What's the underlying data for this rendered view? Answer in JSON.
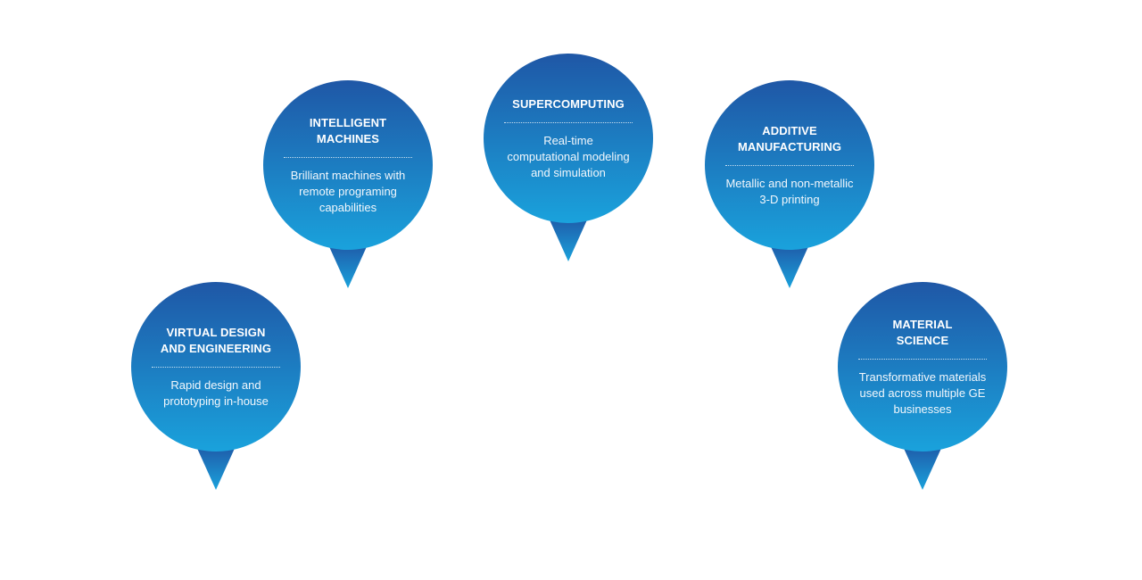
{
  "colors": {
    "pin_top": "#1f57a6",
    "pin_bottom": "#1aa2dc",
    "text": "#ffffff"
  },
  "pins": [
    {
      "title": "VIRTUAL DESIGN\nAND ENGINEERING",
      "description": "Rapid design and\nprototyping in-house"
    },
    {
      "title": "INTELLIGENT\nMACHINES",
      "description": "Brilliant machines with\nremote programing\ncapabilities"
    },
    {
      "title": "SUPERCOMPUTING",
      "description": "Real-time\ncomputational modeling\nand simulation"
    },
    {
      "title": "ADDITIVE\nMANUFACTURING",
      "description": "Metallic and non-metallic\n3-D printing"
    },
    {
      "title": "MATERIAL\nSCIENCE",
      "description": "Transformative materials\nused across multiple GE\nbusinesses"
    }
  ]
}
